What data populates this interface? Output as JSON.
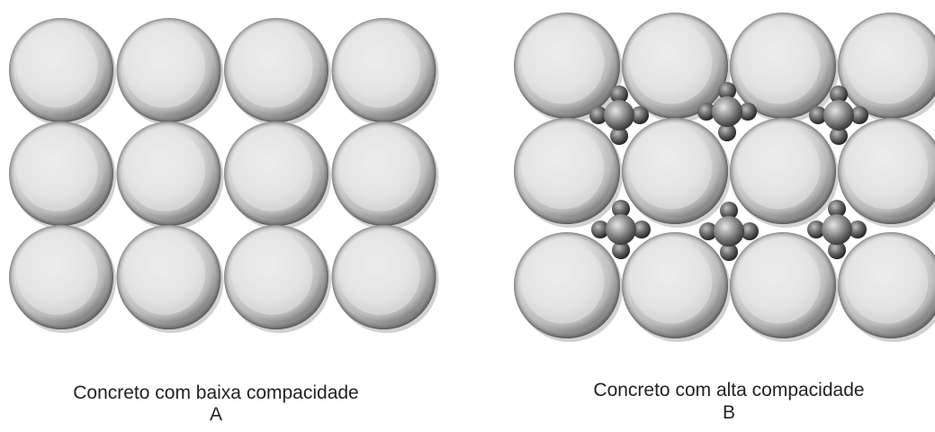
{
  "panel_a": {
    "caption": "Concreto com baixa compacidade",
    "letter": "A",
    "large_grain_rows": 3,
    "large_grain_cols": 4
  },
  "panel_b": {
    "caption": "Concreto com alta compacidade",
    "letter": "B",
    "large_grain_rows": 3,
    "large_grain_cols": 4,
    "fine_grain_clusters": 6
  },
  "colors": {
    "background": "#ffffff",
    "large_grain_light": "#f4f4f4",
    "large_grain_dark": "#5a5a5a",
    "fine_grain_light": "#c8c8c8",
    "fine_grain_dark": "#3a3a3a"
  }
}
